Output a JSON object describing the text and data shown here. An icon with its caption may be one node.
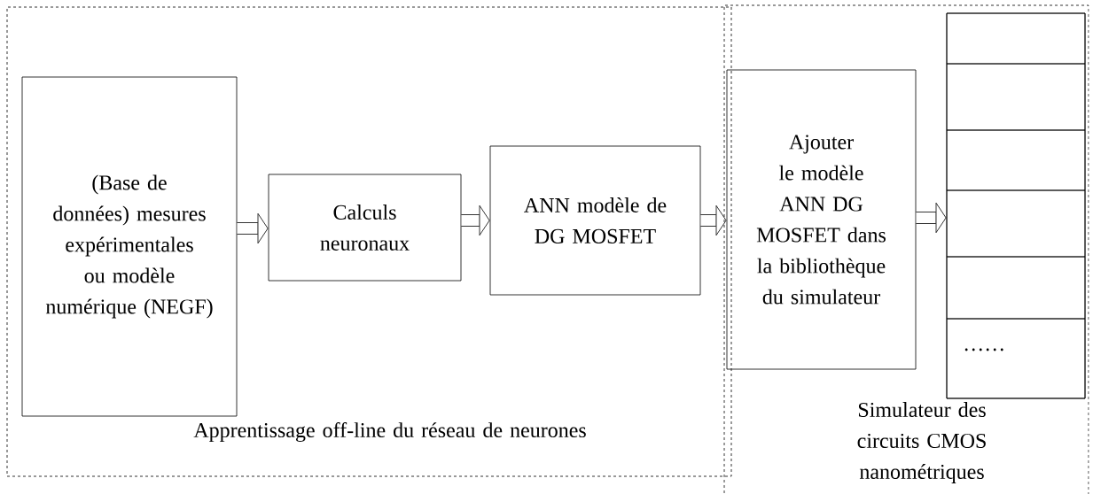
{
  "diagram": {
    "nodes": [
      {
        "text": [
          "Apprentissage off-line du réseau de neurones"
        ]
      },
      {
        "text": [
          "(Base de données) mesures expérimentales ou modèle numérique (NEGF)"
        ],
        "in": 0
      },
      {
        "text": [
          "Calculs neuronaux"
        ],
        "in": 0
      },
      {
        "text": [
          "ANN modèle de DG MOSFET"
        ],
        "in": 0
      },
      {
        "text": [
          "Simulateur des circuits CMOS nanométriques"
        ]
      },
      {
        "text": [
          "Ajouter le modèle ANN DG MOSFET dans la bibliothèque du simulateur"
        ],
        "in": 4
      },
      {
        "text": [],
        "shape": "box",
        "in": 4
      },
      {
        "text": [],
        "shape": "box",
        "in": 6
      },
      {
        "text": [],
        "shape": "box",
        "in": 6
      },
      {
        "text": [],
        "shape": "box",
        "in": 6
      },
      {
        "text": [],
        "shape": "box",
        "in": 6
      },
      {
        "text": [],
        "shape": "box",
        "in": 6
      },
      {
        "text": [
          "……"
        ],
        "in": 6
      }
    ],
    "edges": [
      {
        "from": 1,
        "to": 2,
        "arrow": "to"
      },
      {
        "from": 2,
        "to": 3,
        "arrow": "to"
      },
      {
        "from": 3,
        "to": 5,
        "arrow": "to"
      },
      {
        "from": 5,
        "to": 6,
        "arrow": "to"
      }
    ]
  }
}
